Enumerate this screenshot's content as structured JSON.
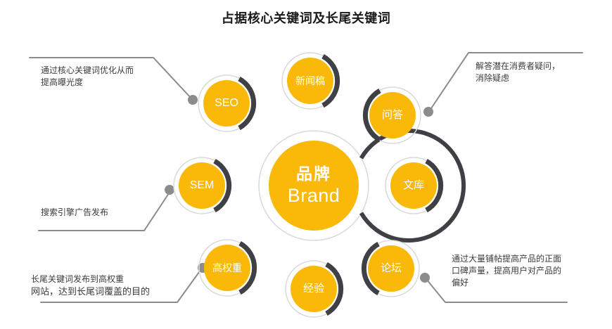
{
  "title": "占据核心关键词及长尾关键词",
  "colors": {
    "bubble_fill": "#fab908",
    "dark_arc": "#3f4045",
    "light_ring": "#d9d9d9",
    "connector": "#8c8c8c",
    "text_dark": "#3b3b3b",
    "title": "#1a1a1a",
    "background": "#ffffff"
  },
  "center": {
    "cn": "品牌",
    "en": "Brand"
  },
  "bubbles": [
    {
      "id": "seo",
      "label": "SEO",
      "arc_side": "right"
    },
    {
      "id": "press",
      "label": "新闻稿",
      "arc_side": "right"
    },
    {
      "id": "qa",
      "label": "问答",
      "arc_side": "left"
    },
    {
      "id": "library",
      "label": "文库",
      "arc_side": "right"
    },
    {
      "id": "sem",
      "label": "SEM",
      "arc_side": "right"
    },
    {
      "id": "weight",
      "label": "高权重",
      "arc_side": "right"
    },
    {
      "id": "exp",
      "label": "经验",
      "arc_side": "right"
    },
    {
      "id": "forum",
      "label": "论坛",
      "arc_side": "left"
    }
  ],
  "annotations": {
    "top_left": "通过核心关键词优化从而\n提高曝光度",
    "top_right": "解答潜在消费者疑问，\n消除疑虑",
    "mid_left": "搜索引擎广告发布",
    "bottom_left_line1": "长尾关键词发布到高权重",
    "bottom_left_line2": "网站，达到长尾词覆盖的目的",
    "bottom_right": "通过大量铺帖提高产品的正面\n口碑声量，提高用户对产品的\n偏好"
  }
}
